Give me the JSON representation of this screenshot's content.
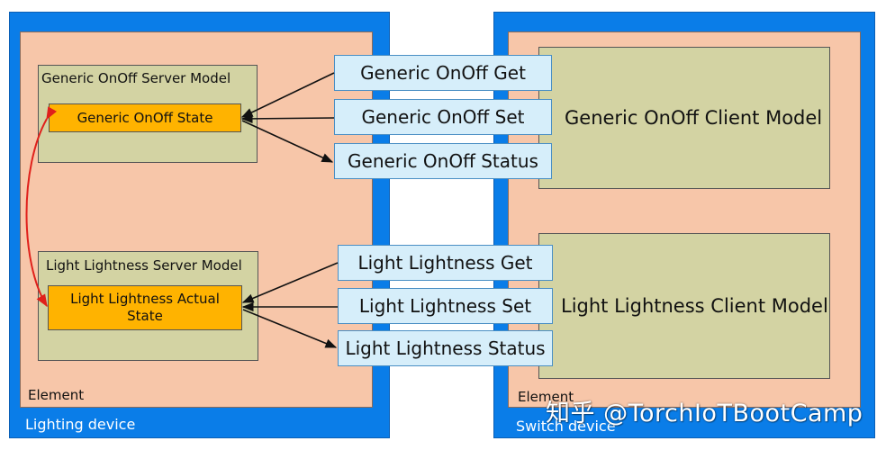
{
  "lighting_device": {
    "label": "Lighting device",
    "element_label": "Element",
    "generic_server": {
      "title": "Generic OnOff Server Model",
      "state": "Generic OnOff State"
    },
    "lightness_server": {
      "title": "Light Lightness Server Model",
      "state": "Light Lightness Actual State"
    }
  },
  "messages": {
    "generic": [
      "Generic OnOff Get",
      "Generic OnOff Set",
      "Generic OnOff Status"
    ],
    "lightness": [
      "Light Lightness Get",
      "Light Lightness Set",
      "Light Lightness Status"
    ]
  },
  "switch_device": {
    "label": "Switch device",
    "element_label": "Element",
    "generic_client": "Generic OnOff Client Model",
    "lightness_client": "Light Lightness Client Model"
  },
  "watermark": "知乎 @TorchIoTBootCamp",
  "colors": {
    "device_blue": "#0a7de8",
    "element_peach": "#f7c6a9",
    "model_khaki": "#d3d3a3",
    "state_orange": "#ffb300",
    "message_blue": "#d6eefa",
    "binding_red": "#e0201b"
  }
}
